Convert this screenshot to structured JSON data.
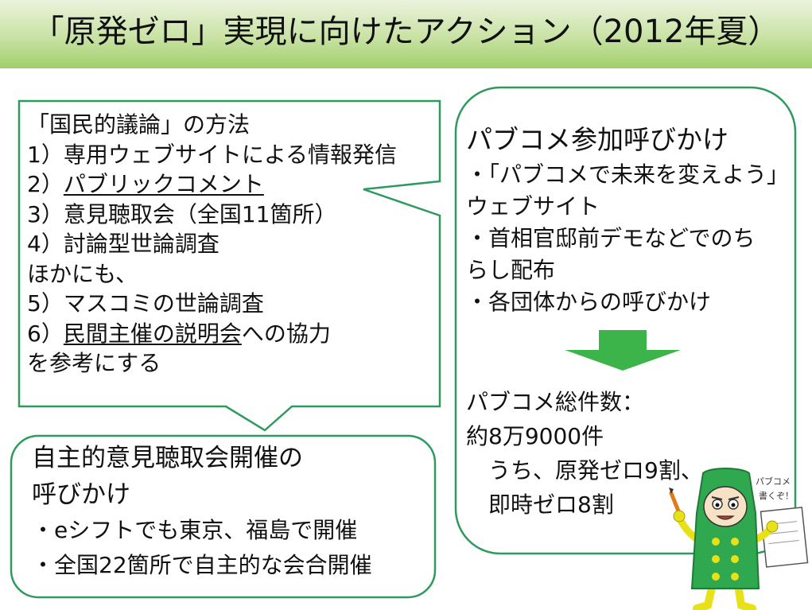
{
  "title": "「原発ゼロ」実現に向けたアクション（2012年夏）",
  "methods": {
    "lines": [
      "「国民的議論」の方法",
      "1）専用ウェブサイトによる情報発信"
    ],
    "item2_prefix": "2）",
    "item2_underlined": "パブリックコメント",
    "lines_mid": [
      "3）意見聴取会（全国11箇所）",
      "4）討論型世論調査",
      "ほかにも、",
      "5）マスコミの世論調査"
    ],
    "item6_prefix": "6）",
    "item6_underlined": "民間主催の説明会",
    "item6_suffix": "への協力",
    "closing": "を参考にする"
  },
  "pubcom": {
    "heading": "パブコメ参加呼びかけ",
    "bullets": [
      "・「パブコメで未来を変えよう」",
      "ウェブサイト",
      "・首相官邸前デモなどでのち",
      "らし配布",
      "・各団体からの呼びかけ"
    ]
  },
  "stats": {
    "lines": [
      "パブコメ総件数：",
      "約8万9000件",
      "　うち、原発ゼロ9割、",
      "　即時ゼロ8割"
    ]
  },
  "hearings": {
    "heading_lines": [
      "自主的意見聴取会開催の",
      "呼びかけ"
    ],
    "bullets": [
      "・eシフトでも東京、福島で開催",
      "・全国22箇所で自主的な会合開催"
    ]
  },
  "mascot": {
    "sign_lines": [
      "パブコメ",
      "書くぞ！"
    ]
  },
  "colors": {
    "border": "#2e9a5e",
    "arrow": "#3cb44a",
    "title_bg_bottom": "#9fcf6a",
    "mascot_green": "#2fa84f",
    "mascot_yellow": "#e8e11a"
  }
}
